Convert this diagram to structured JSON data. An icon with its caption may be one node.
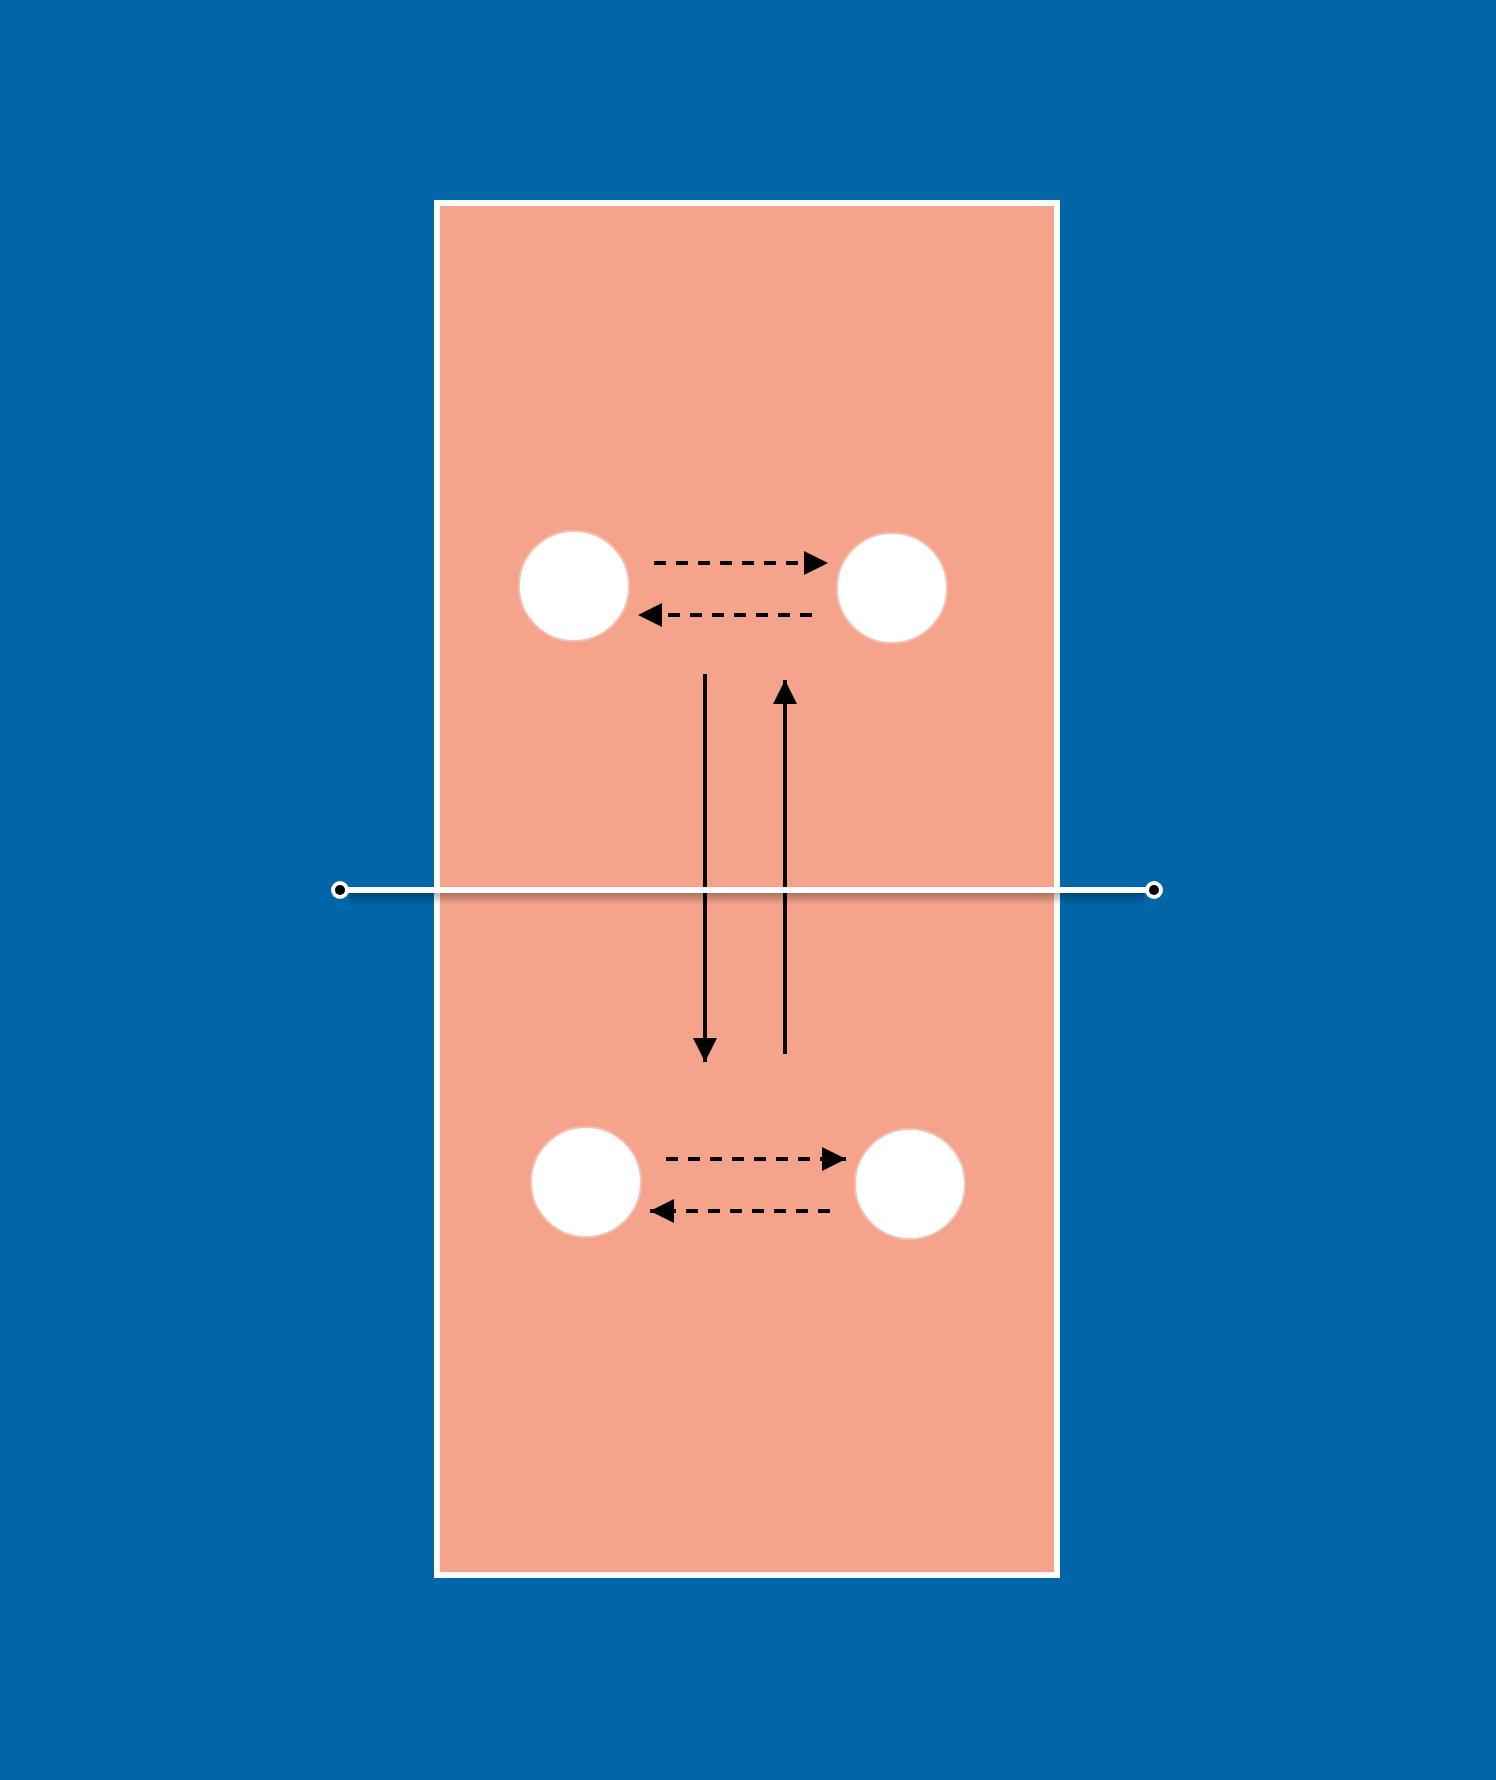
{
  "diagram": {
    "nodes": [
      {
        "text": [],
        "shape": "box"
      },
      {
        "text": [],
        "shape": "circle",
        "in": 0
      },
      {
        "text": [],
        "shape": "circle",
        "in": 0
      },
      {
        "text": [],
        "shape": "circle",
        "in": 0
      },
      {
        "text": [],
        "shape": "circle",
        "in": 0
      }
    ],
    "edges": [
      {
        "from": 1,
        "to": 2,
        "arrow": "to",
        "style": "dashed"
      },
      {
        "from": 2,
        "to": 1,
        "arrow": "to",
        "style": "dashed"
      },
      {
        "from": 1,
        "to": 3,
        "arrow": "to"
      },
      {
        "from": 4,
        "to": 2,
        "arrow": "to"
      },
      {
        "from": 3,
        "to": 4,
        "arrow": "to",
        "style": "dashed"
      },
      {
        "from": 4,
        "to": 3,
        "arrow": "to",
        "style": "dashed"
      }
    ]
  }
}
